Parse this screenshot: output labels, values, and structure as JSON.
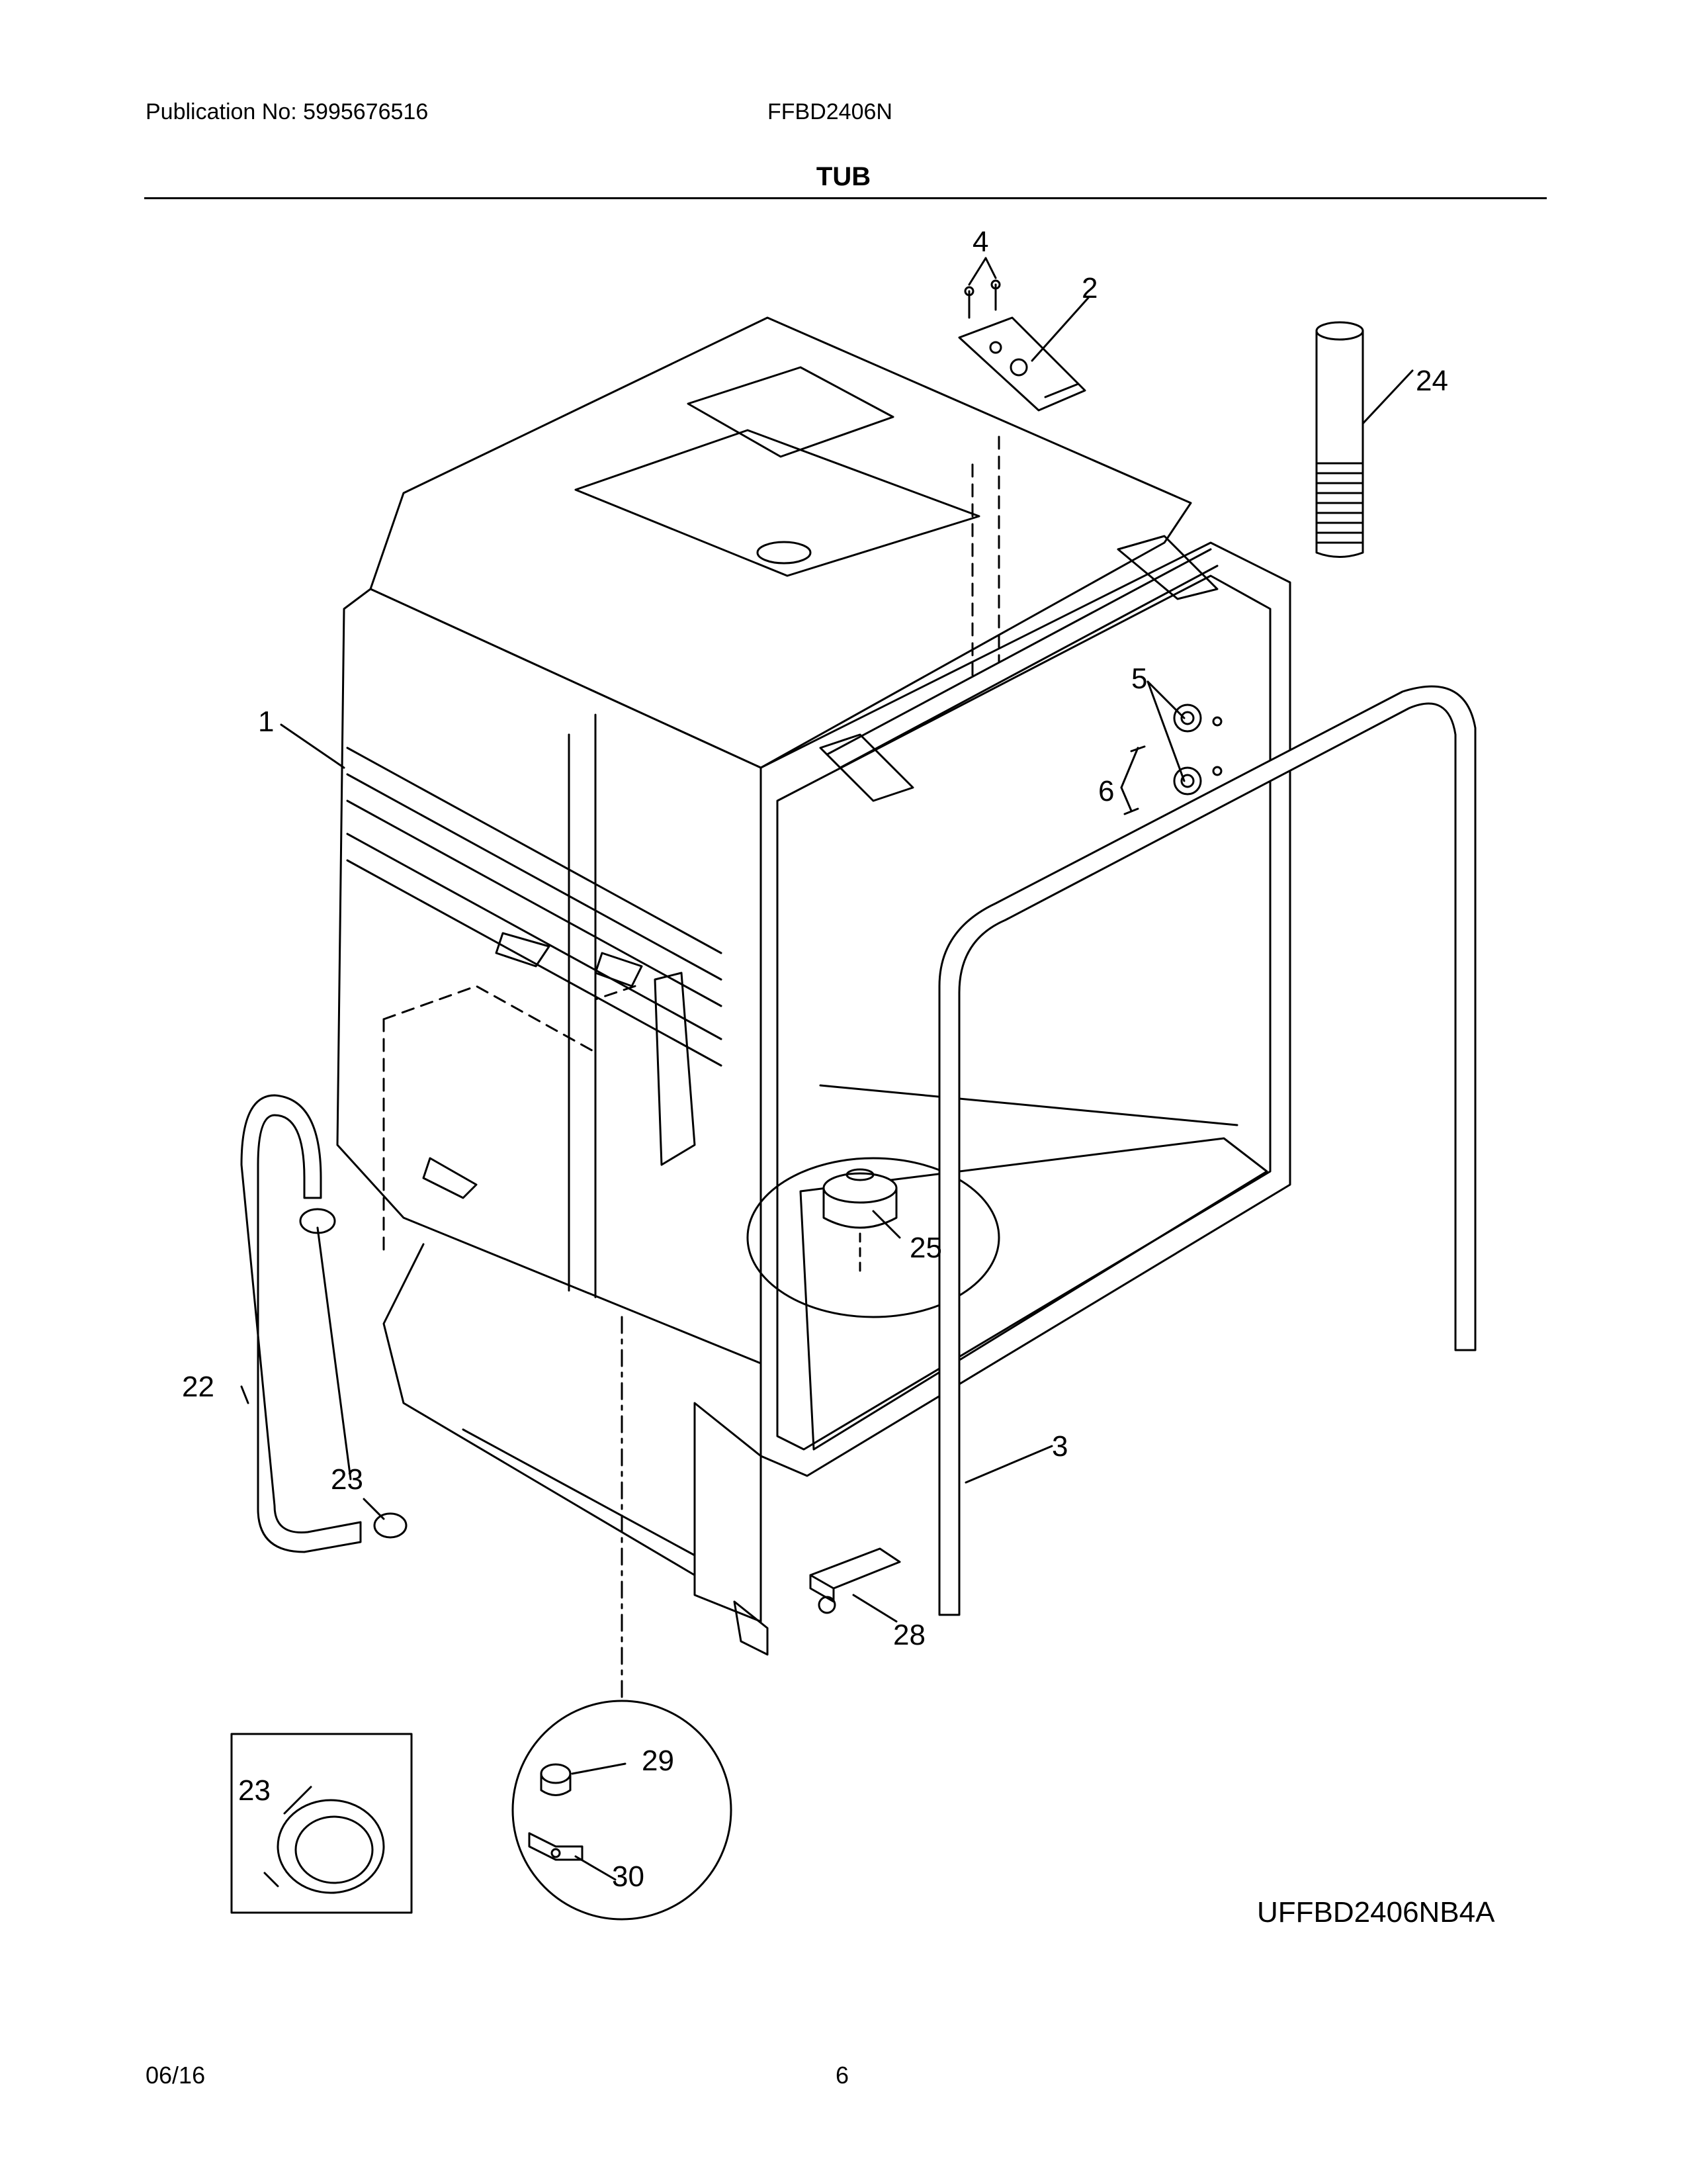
{
  "header": {
    "publication": "Publication No: 5995676516",
    "model": "FFBD2406N"
  },
  "title": "TUB",
  "callouts": {
    "c1": "1",
    "c2": "2",
    "c3": "3",
    "c4": "4",
    "c5": "5",
    "c6": "6",
    "c22": "22",
    "c23": "23",
    "c23_detail": "23",
    "c24": "24",
    "c25": "25",
    "c28": "28",
    "c29": "29",
    "c30": "30"
  },
  "diagram_code": "UFFBD2406NB4A",
  "footer": {
    "date": "06/16",
    "page": "6"
  }
}
